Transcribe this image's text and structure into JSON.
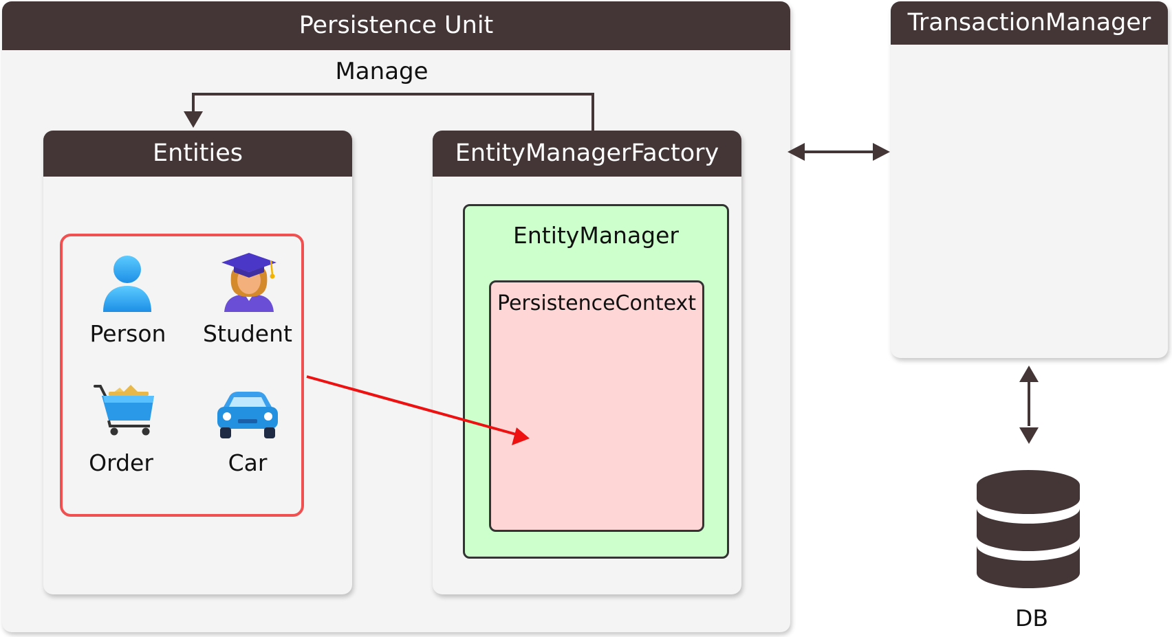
{
  "persistence_unit": {
    "title": "Persistence Unit",
    "manage_label": "Manage"
  },
  "entities": {
    "title": "Entities",
    "items": [
      {
        "label": "Person",
        "icon": "person-icon"
      },
      {
        "label": "Student",
        "icon": "student-icon"
      },
      {
        "label": "Order",
        "icon": "shopping-cart-icon"
      },
      {
        "label": "Car",
        "icon": "car-icon"
      }
    ]
  },
  "entity_manager_factory": {
    "title": "EntityManagerFactory",
    "entity_manager": {
      "title": "EntityManager",
      "persistence_context": {
        "title": "PersistenceContext"
      }
    }
  },
  "transaction_manager": {
    "title": "TransactionManager"
  },
  "db": {
    "label": "DB",
    "icon": "database-icon"
  },
  "colors": {
    "header": "#443636",
    "panel": "#f4f4f4",
    "entity_group_border": "#f05050",
    "entity_manager_fill": "#ccffcc",
    "persistence_context_fill": "#ffd6d6",
    "red_arrow": "#ee1111",
    "connector": "#443636"
  }
}
